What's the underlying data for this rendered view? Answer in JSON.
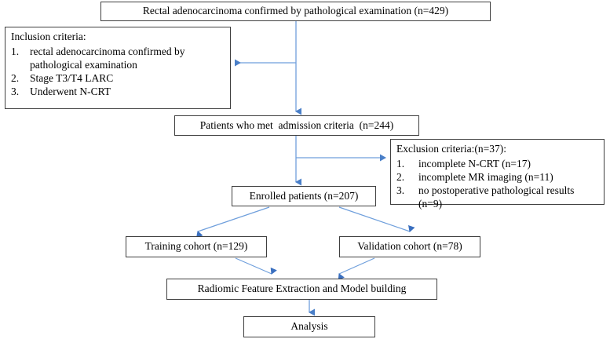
{
  "diagram": {
    "title": "Patient selection and study design flowchart",
    "colors": {
      "arrow": "#5b8fd4",
      "box_border": "#3f3f3f",
      "background": "#ffffff",
      "text": "#000000"
    },
    "nodes": {
      "top": "Rectal adenocarcinoma confirmed by pathological examination (n=429)",
      "inclusion": {
        "title": "Inclusion criteria:",
        "items": [
          {
            "num": "1.",
            "text": "rectal adenocarcinoma confirmed by pathological examination"
          },
          {
            "num": "2.",
            "text": "Stage T3/T4 LARC"
          },
          {
            "num": "3.",
            "text": "Underwent N-CRT"
          }
        ]
      },
      "admission": "Patients who met  admission criteria  (n=244)",
      "exclusion": {
        "title": "Exclusion criteria:(n=37):",
        "items": [
          {
            "num": "1.",
            "text": "incomplete N-CRT (n=17)"
          },
          {
            "num": "2.",
            "text": "incomplete MR imaging (n=11)"
          },
          {
            "num": "3.",
            "text": "no postoperative pathological results (n=9)"
          }
        ]
      },
      "enrolled": "Enrolled patients (n=207)",
      "training": "Training cohort (n=129)",
      "validation": "Validation cohort (n=78)",
      "radiomic": "Radiomic Feature Extraction and Model building",
      "analysis": "Analysis"
    }
  }
}
